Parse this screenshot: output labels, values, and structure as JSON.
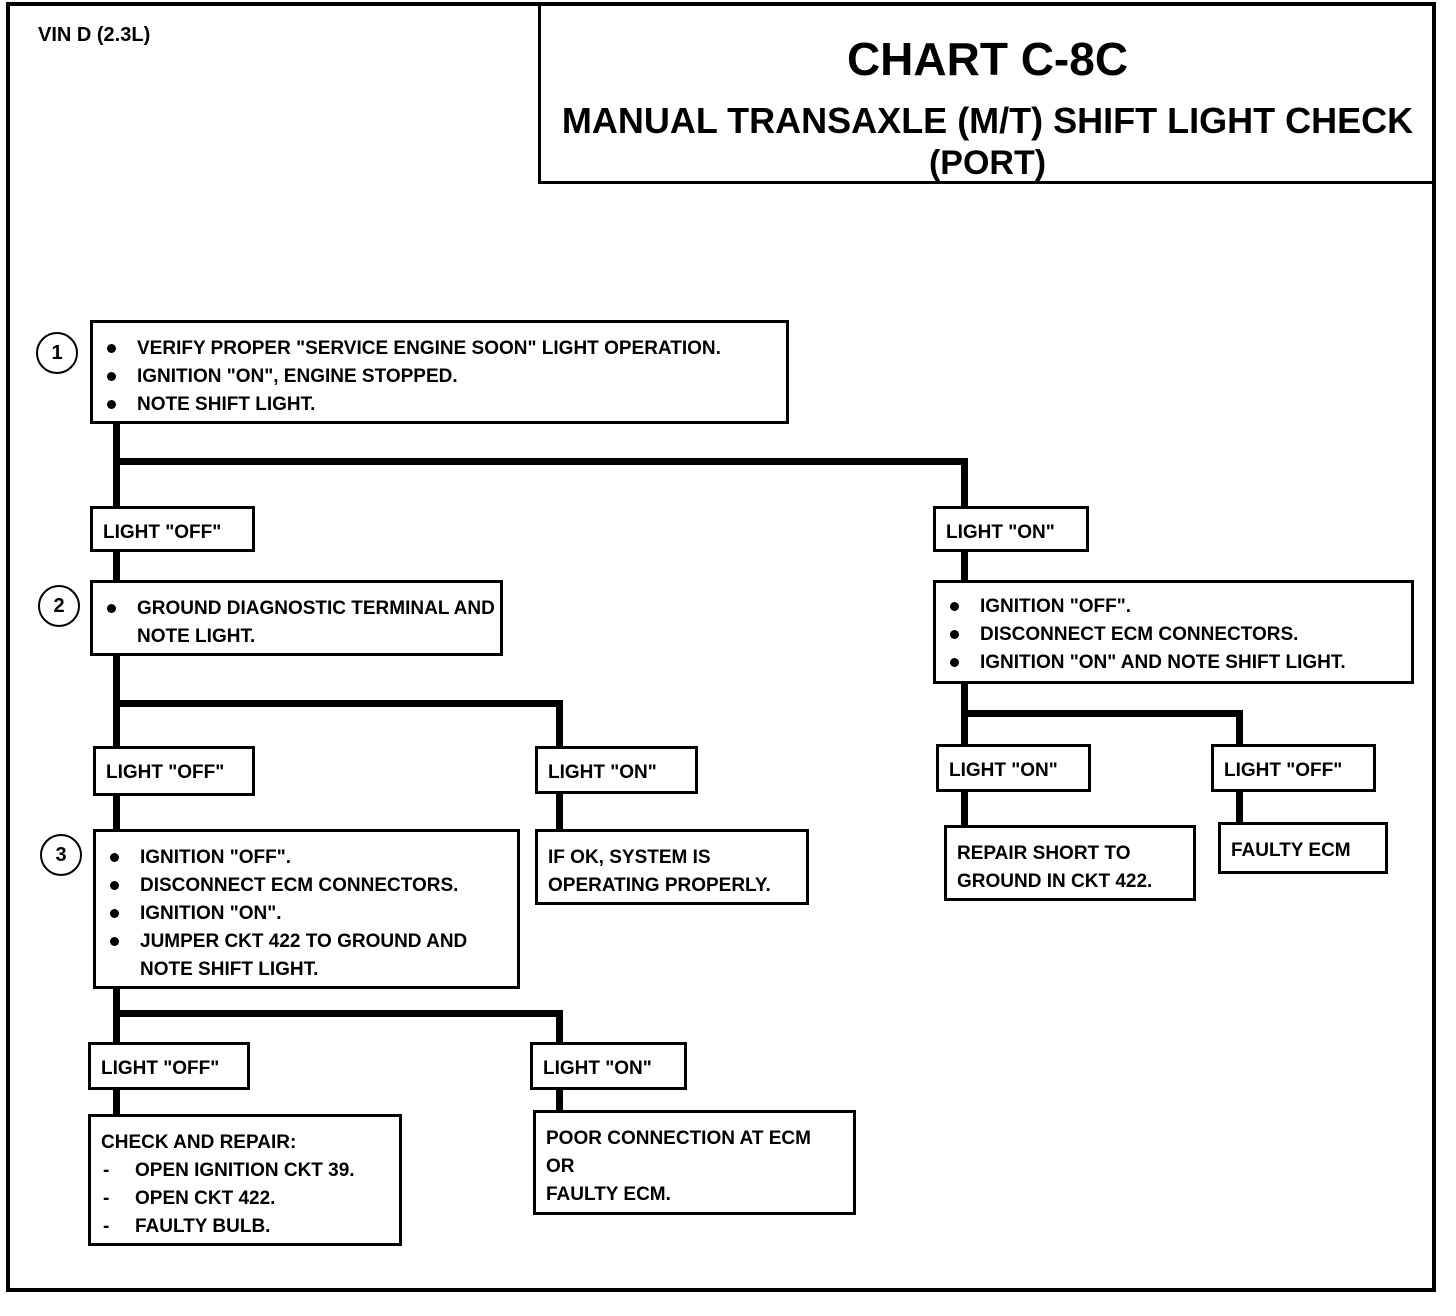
{
  "header": {
    "vin": "VIN D (2.3L)",
    "chart_id": "CHART C-8C",
    "title": "MANUAL TRANSAXLE (M/T) SHIFT LIGHT CHECK",
    "subtitle": "(PORT)"
  },
  "steps": {
    "s1": "1",
    "s2": "2",
    "s3": "3"
  },
  "nodes": {
    "step1": [
      "VERIFY PROPER \"SERVICE ENGINE SOON\" LIGHT OPERATION.",
      "IGNITION \"ON\", ENGINE  STOPPED.",
      "NOTE SHIFT LIGHT."
    ],
    "light_off_1": "LIGHT \"OFF\"",
    "light_on_1": "LIGHT \"ON\"",
    "step2": [
      "GROUND DIAGNOSTIC TERMINAL AND NOTE LIGHT."
    ],
    "right_check": [
      "IGNITION \"OFF\".",
      "DISCONNECT ECM  CONNECTORS.",
      "IGNITION \"ON\" AND NOTE SHIFT LIGHT."
    ],
    "light_off_2": "LIGHT \"OFF\"",
    "light_on_2": "LIGHT \"ON\"",
    "light_on_r": "LIGHT \"ON\"",
    "light_off_r": "LIGHT \"OFF\"",
    "repair_short": [
      "REPAIR SHORT TO",
      "GROUND IN CKT 422."
    ],
    "faulty_ecm_r": "FAULTY ECM",
    "step3": [
      "IGNITION \"OFF\".",
      "DISCONNECT ECM CONNECTORS.",
      "IGNITION \"ON\".",
      "JUMPER CKT 422 TO GROUND AND NOTE SHIFT LIGHT."
    ],
    "system_ok": [
      "IF OK, SYSTEM IS",
      "OPERATING PROPERLY."
    ],
    "light_off_3": "LIGHT \"OFF\"",
    "light_on_3": "LIGHT \"ON\"",
    "check_repair": {
      "heading": "CHECK AND REPAIR:",
      "items": [
        "OPEN IGNITION CKT 39.",
        "OPEN CKT 422.",
        "FAULTY BULB."
      ]
    },
    "poor_conn": [
      "POOR CONNECTION AT ECM",
      "OR",
      "FAULTY ECM."
    ]
  }
}
